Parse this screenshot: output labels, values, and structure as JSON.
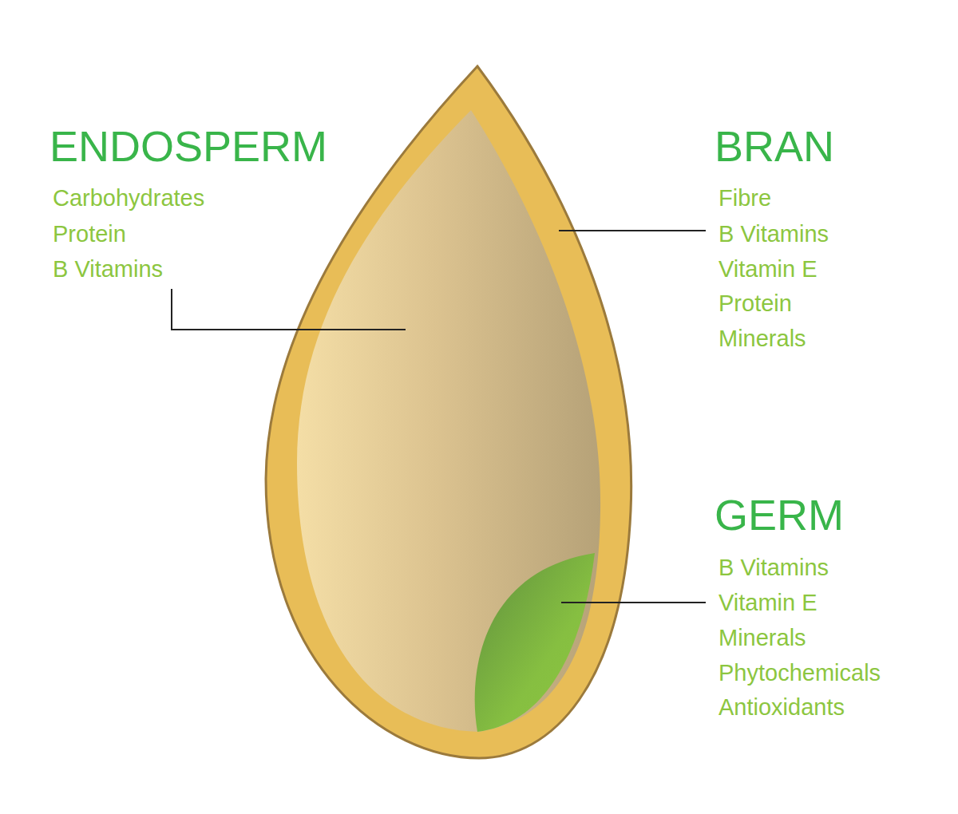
{
  "diagram": {
    "labels": [
      "ENDOSPERM",
      "Carbohydrates",
      "Protein",
      "B Vitamins",
      "BRAN",
      "Fibre",
      "B Vitamins",
      "Vitamin E",
      "Protein",
      "Minerals",
      "GERM",
      "B Vitamins",
      "Vitamin E",
      "Minerals",
      "Phytochemicals",
      "Antioxidants"
    ]
  }
}
